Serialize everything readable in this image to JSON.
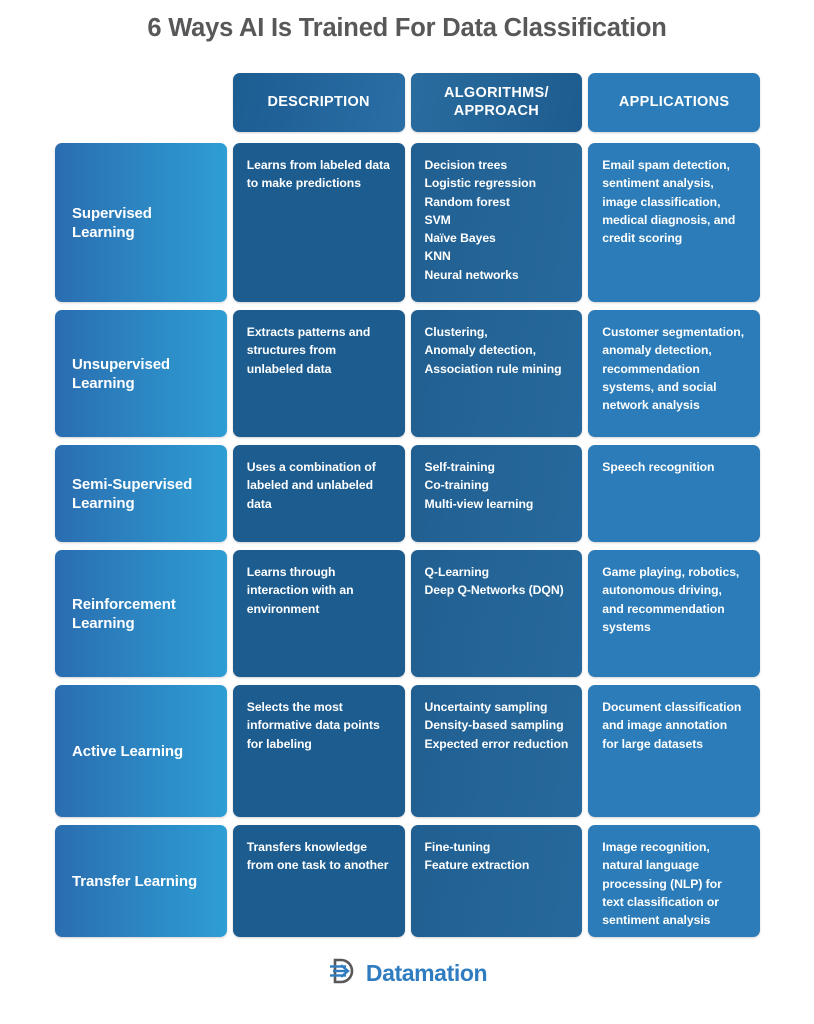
{
  "page": {
    "title": "6 Ways AI Is Trained For Data Classification",
    "background": "#ffffff",
    "title_color": "#58585a"
  },
  "colors": {
    "category_gradient_start": "#2a6db0",
    "category_gradient_end": "#2e9ed4",
    "description_bg": "#1d5c8f",
    "algorithms_bg": "#215f91",
    "applications_bg": "#2b7cb8",
    "text": "#ffffff",
    "logo_blue": "#2f7dc0",
    "logo_gray": "#58585a"
  },
  "table": {
    "headers": [
      {
        "label": "",
        "name": "header-blank"
      },
      {
        "label": "DESCRIPTION",
        "name": "header-description"
      },
      {
        "label": "ALGORITHMS/ APPROACH",
        "name": "header-algorithms-approach"
      },
      {
        "label": "APPLICATIONS",
        "name": "header-applications"
      }
    ],
    "rows": [
      {
        "category": "Supervised Learning",
        "description": "Learns from labeled data to make predictions",
        "algorithms": [
          "Decision trees",
          "Logistic regression",
          "Random forest",
          "SVM",
          "Naïve Bayes",
          "KNN",
          "Neural networks"
        ],
        "applications": "Email spam detection, sentiment analysis, image classification, medical diagnosis, and credit scoring"
      },
      {
        "category": "Unsupervised Learning",
        "description": "Extracts patterns and structures from unlabeled data",
        "algorithms": [
          "Clustering,",
          "Anomaly detection,",
          "Association rule mining"
        ],
        "applications": "Customer segmentation, anomaly detection, recommendation systems, and social network analysis"
      },
      {
        "category": "Semi-Supervised Learning",
        "description": "Uses a combination of labeled and unlabeled data",
        "algorithms": [
          "Self-training",
          "Co-training",
          "Multi-view learning"
        ],
        "applications": "Speech recognition"
      },
      {
        "category": "Reinforcement Learning",
        "description": "Learns through interaction with an environment",
        "algorithms": [
          "Q-Learning",
          "Deep Q-Networks (DQN)"
        ],
        "applications": "Game playing, robotics, autonomous driving, and recommendation systems"
      },
      {
        "category": "Active Learning",
        "description": "Selects the most informative data points for labeling",
        "algorithms": [
          "Uncertainty sampling",
          "Density-based sampling",
          "Expected error reduction"
        ],
        "applications": "Document classification and image annotation for large datasets"
      },
      {
        "category": "Transfer Learning",
        "description": "Transfers knowledge from one task to another",
        "algorithms": [
          "Fine-tuning",
          "Feature extraction"
        ],
        "applications": "Image recognition, natural language processing (NLP) for text classification or sentiment analysis"
      }
    ]
  },
  "footer": {
    "logo_icon": "datamation-d-arrow-icon",
    "brand": "Datamation"
  }
}
